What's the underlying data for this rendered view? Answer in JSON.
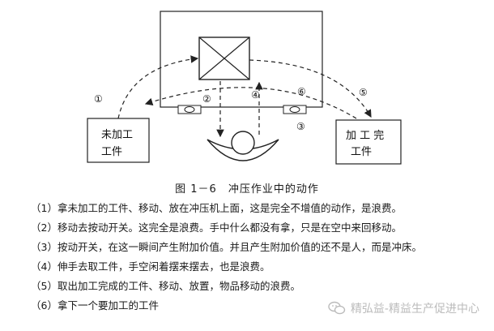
{
  "diagram": {
    "left_box": {
      "line1": "未加工",
      "line2": "工件"
    },
    "right_box": {
      "line1": "加 工 完",
      "line2": "工件"
    },
    "markers": [
      "①",
      "②",
      "③",
      "④",
      "⑤",
      "⑥"
    ]
  },
  "caption": "图 1－6　冲压作业中的动作",
  "steps": [
    "（1）拿未加工的工件、移动、放在冲压机上面，这是完全不增值的动作，是浪费。",
    "（2）移动去按动开关。这完全是浪费。手中什么都没有拿，只是在空中来回移动。",
    "（3）按动开关，在这一瞬间产生附加价值。并且产生附加价值的还不是人，而是冲床。",
    "（4）伸手去取工件，手空闲着摆来摆去，也是浪费。",
    "（5）取出加工完成的工件、移动、放置，物品移动的浪费。",
    "（6）拿下一个要加工的工件"
  ],
  "watermark": {
    "text": "精弘益-精益生产促进中心",
    "icon": "wechat-icon"
  }
}
